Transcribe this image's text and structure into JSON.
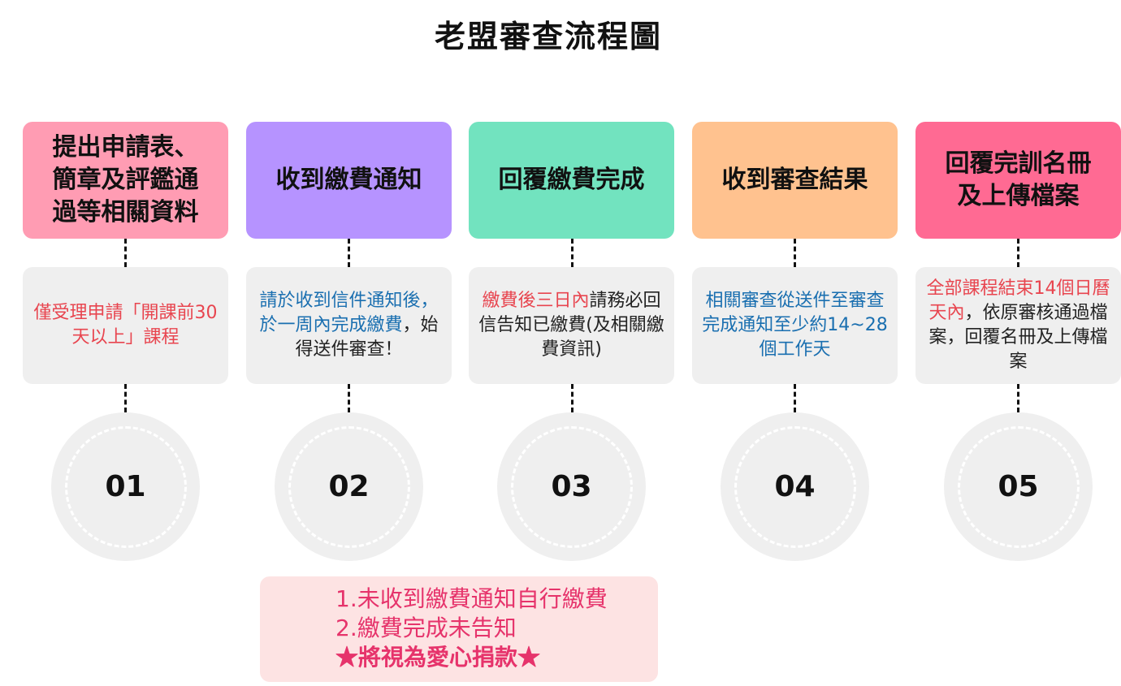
{
  "title": "老盟審查流程圖",
  "colors": {
    "step1": "#ff9cb3",
    "step2": "#b693ff",
    "step3": "#72e3bf",
    "step4": "#ffc28f",
    "step5": "#ff6a93",
    "desc_bg": "#efefef",
    "highlight_red": "#e8454f",
    "highlight_blue": "#1a6fb0",
    "note_bg": "#fde3e3",
    "note_text": "#e6336b"
  },
  "steps": [
    {
      "header": "提出申請表、\n簡章及評鑑通\n過等相關資料",
      "desc": {
        "before": "",
        "red": "僅受理申請「開課前30天以上」課程",
        "blue": "",
        "after": ""
      },
      "number": "01"
    },
    {
      "header": "收到繳費通知",
      "desc": {
        "before": "",
        "red": "",
        "blue": "請於收到信件通知後，於一周內完成繳費",
        "after": "，始得送件審查！"
      },
      "number": "02"
    },
    {
      "header": "回覆繳費完成",
      "desc": {
        "before": "",
        "red": "繳費後三日內",
        "blue": "",
        "after": "請務必回信告知已繳費(及相關繳費資訊)"
      },
      "number": "03"
    },
    {
      "header": "收到審查結果",
      "desc": {
        "before": "",
        "red": "",
        "blue": "相關審查從送件至審查完成通知至少約14~28個工作天",
        "after": ""
      },
      "number": "04"
    },
    {
      "header": "回覆完訓名冊\n及上傳檔案",
      "desc": {
        "before": "",
        "red": "全部課程結束14個日曆天內",
        "blue": "",
        "after": "，依原審核通過檔案，回覆名冊及上傳檔案"
      },
      "number": "05"
    }
  ],
  "note": {
    "line1": "1.未收到繳費通知自行繳費",
    "line2": "2.繳費完成未告知",
    "line3": "★將視為愛心捐款★"
  }
}
